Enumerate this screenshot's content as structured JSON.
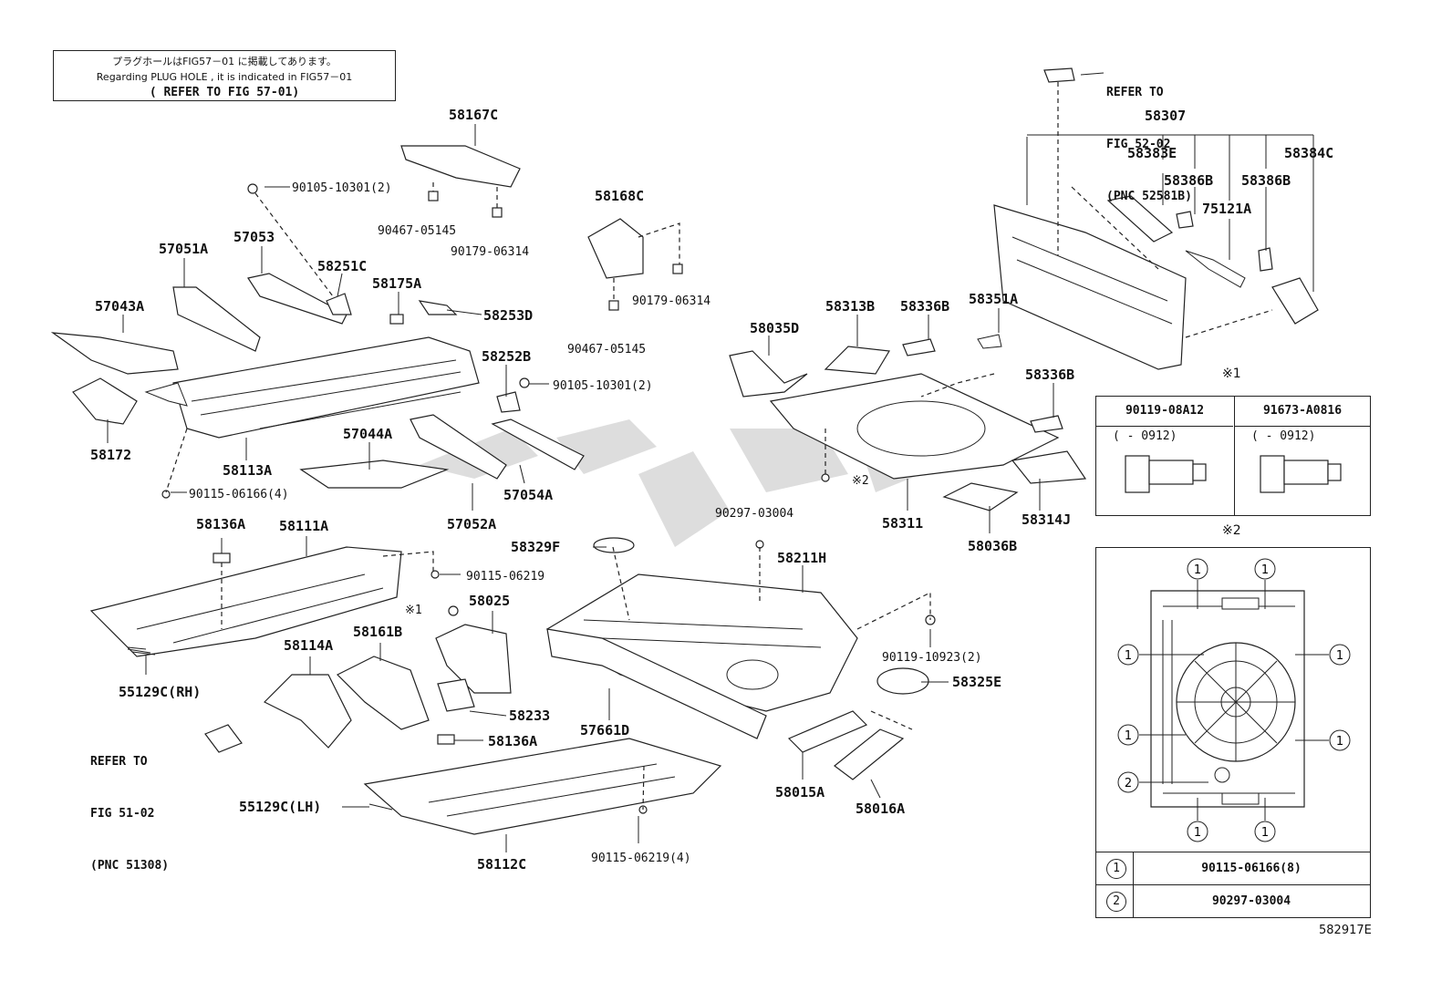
{
  "note": {
    "line1": "プラグホールはFIG57－01 に掲載してあります。",
    "line2": "Regarding PLUG HOLE , it is indicated in FIG57－01",
    "line3": "( REFER TO FIG 57-01)"
  },
  "refer_top": {
    "l1": "REFER TO",
    "l2": "FIG 52-02",
    "l3": "(PNC 52581B)"
  },
  "refer_left": {
    "l1": "REFER TO",
    "l2": "FIG 51-02",
    "l3": "(PNC 51308)"
  },
  "labels": {
    "p58167C": "58167C",
    "p90105a": "90105-10301(2)",
    "p90467a": "90467-05145",
    "p90179a": "90179-06314",
    "p58168C": "58168C",
    "p90179b": "90179-06314",
    "p90467b": "90467-05145",
    "p57051A": "57051A",
    "p57053": "57053",
    "p58251C": "58251C",
    "p58175A": "58175A",
    "p58253D": "58253D",
    "p57043A": "57043A",
    "p58252B": "58252B",
    "p90105b": "90105-10301(2)",
    "p58172": "58172",
    "p58113A": "58113A",
    "p57044A": "57044A",
    "p57054A": "57054A",
    "p57052A": "57052A",
    "p90115a": "90115-06166(4)",
    "p58136Aa": "58136A",
    "p58111A": "58111A",
    "p90115b": "90115-06219",
    "p58025": "58025",
    "p58114A": "58114A",
    "p58161B": "58161B",
    "p55129RH": "55129C(RH)",
    "p58233": "58233",
    "p58136Ab": "58136A",
    "p55129LH": "55129C(LH)",
    "p58112C": "58112C",
    "p90115c": "90115-06219(4)",
    "p58307": "58307",
    "p58383E": "58383E",
    "p58386Ba": "58386B",
    "p58386Bb": "58386B",
    "p58384C": "58384C",
    "p75121A": "75121A",
    "p58313B": "58313B",
    "p58336Ba": "58336B",
    "p58351A": "58351A",
    "p58035D": "58035D",
    "p58336Bb": "58336B",
    "p58311": "58311",
    "p58314J": "58314J",
    "p58036B": "58036B",
    "p90297": "90297-03004",
    "p58329F": "58329F",
    "p58211H": "58211H",
    "p90119": "90119-10923(2)",
    "p58325E": "58325E",
    "p57661D": "57661D",
    "p58015A": "58015A",
    "p58016A": "58016A"
  },
  "markers": {
    "m1": "※1",
    "m2": "※2",
    "m1b": "※1",
    "m2b": "※2"
  },
  "bolt_table": {
    "col1": "90119-08A12",
    "col2": "91673-A0816",
    "range1": "(     - 0912)",
    "range2": "(     - 0912)"
  },
  "detail_legend": [
    {
      "num": "1",
      "part": "90115-06166(8)"
    },
    {
      "num": "2",
      "part": "90297-03004"
    }
  ],
  "detail_callouts": [
    "1",
    "1",
    "1",
    "1",
    "1",
    "1",
    "2",
    "1",
    "1"
  ],
  "figure_id": "582917E"
}
